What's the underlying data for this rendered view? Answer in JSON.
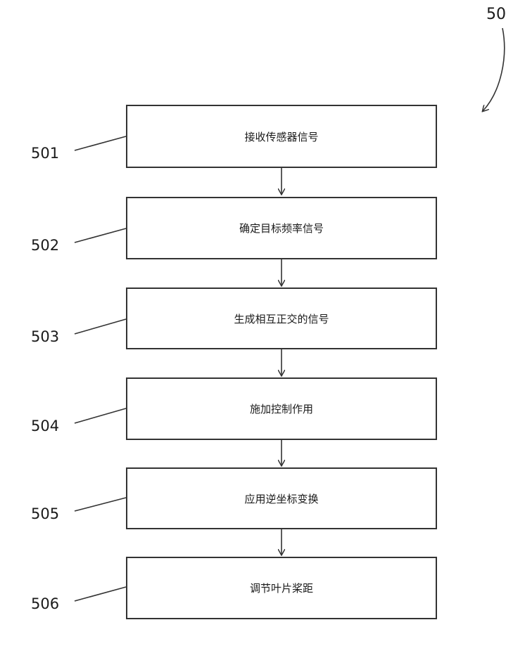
{
  "figure_label": "50",
  "steps": [
    {
      "ref": "501",
      "text": "接收传感器信号"
    },
    {
      "ref": "502",
      "text": "确定目标频率信号"
    },
    {
      "ref": "503",
      "text": "生成相互正交的信号"
    },
    {
      "ref": "504",
      "text": "施加控制作用"
    },
    {
      "ref": "505",
      "text": "应用逆坐标变换"
    },
    {
      "ref": "506",
      "text": "调节叶片桨距"
    }
  ]
}
